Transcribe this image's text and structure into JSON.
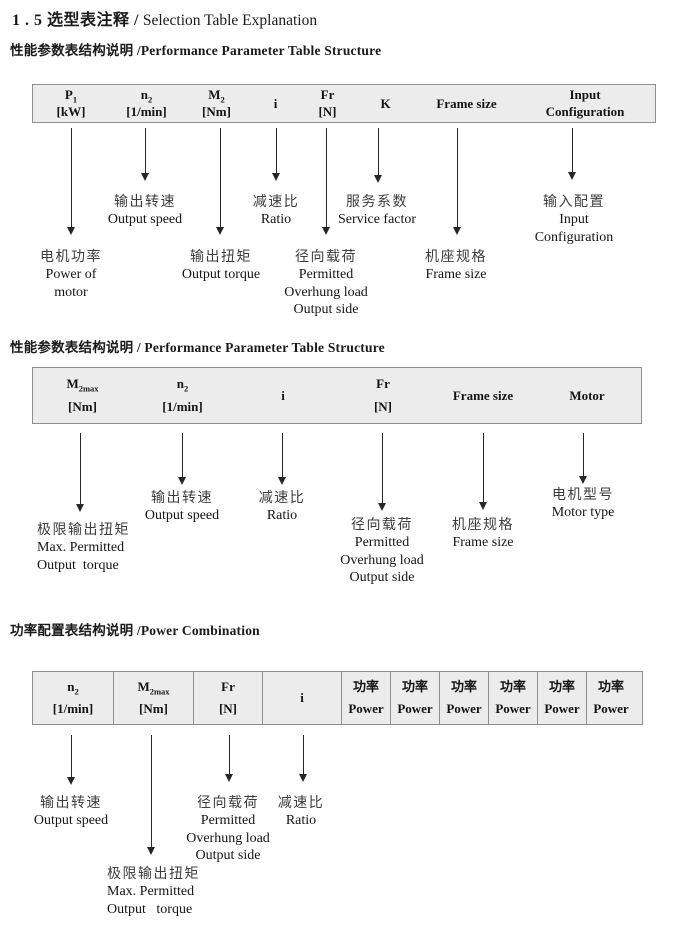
{
  "colors": {
    "table_fill": "#ececec",
    "table_border": "#8f8f8f",
    "text": "#1a1a1a"
  },
  "doc": {
    "title_zh": "1 . 5 选型表注释 /",
    "title_en": " Selection Table Explanation"
  },
  "s1": {
    "heading": "性能参数表结构说明 /Performance Parameter Table Structure",
    "cols": [
      {
        "m": "P",
        "sub": "1",
        "u": "[kW]"
      },
      {
        "m": "n",
        "sub": "2",
        "u": "[1/min]"
      },
      {
        "m": "M",
        "sub": "2",
        "u": "[Nm]"
      },
      {
        "m": "i",
        "sub": "",
        "u": ""
      },
      {
        "m": "Fr",
        "sub": "",
        "u": "[N]"
      },
      {
        "m": "K",
        "sub": "",
        "u": ""
      },
      {
        "m": "Frame size",
        "sub": "",
        "u": ""
      },
      {
        "m": "Input",
        "sub": "",
        "u": "Configuration"
      }
    ],
    "callouts": [
      {
        "zh": "电机功率",
        "en": [
          "Power of",
          "motor"
        ]
      },
      {
        "zh": "输出转速",
        "en": [
          "Output speed"
        ]
      },
      {
        "zh": "输出扭矩",
        "en": [
          "Output torque"
        ]
      },
      {
        "zh": "减速比",
        "en": [
          "Ratio"
        ]
      },
      {
        "zh": "径向载荷",
        "en": [
          "Permitted",
          "Overhung load",
          "Output side"
        ]
      },
      {
        "zh": "服务系数",
        "en": [
          "Service factor"
        ]
      },
      {
        "zh": "机座规格",
        "en": [
          "Frame size"
        ]
      },
      {
        "zh": "输入配置",
        "en": [
          "Input",
          "Configuration"
        ]
      }
    ]
  },
  "s2": {
    "heading": "性能参数表结构说明 / Performance Parameter Table Structure",
    "cols": [
      {
        "m": "M",
        "sub": "2max",
        "u": "[Nm]"
      },
      {
        "m": "n",
        "sub": "2",
        "u": "[1/min]"
      },
      {
        "m": "i",
        "sub": "",
        "u": ""
      },
      {
        "m": "Fr",
        "sub": "",
        "u": "[N]"
      },
      {
        "m": "Frame size",
        "sub": "",
        "u": ""
      },
      {
        "m": "Motor",
        "sub": "",
        "u": ""
      }
    ],
    "callouts": [
      {
        "zh": "极限输出扭矩",
        "en": [
          "Max. Permitted",
          "Output  torque"
        ]
      },
      {
        "zh": "输出转速",
        "en": [
          "Output speed"
        ]
      },
      {
        "zh": "减速比",
        "en": [
          "Ratio"
        ]
      },
      {
        "zh": "径向载荷",
        "en": [
          "Permitted",
          "Overhung load",
          "Output side"
        ]
      },
      {
        "zh": "机座规格",
        "en": [
          "Frame size"
        ]
      },
      {
        "zh": "电机型号",
        "en": [
          "Motor type"
        ]
      }
    ]
  },
  "s3": {
    "heading": "功率配置表结构说明 /Power Combination",
    "cols": [
      {
        "m": "n",
        "sub": "2",
        "u": "[1/min]"
      },
      {
        "m": "M",
        "sub": "2max",
        "u": "[Nm]"
      },
      {
        "m": "Fr",
        "sub": "",
        "u": "[N]"
      },
      {
        "m": "i",
        "sub": "",
        "u": ""
      },
      {
        "m": "功率",
        "sub": "",
        "u": "Power"
      },
      {
        "m": "功率",
        "sub": "",
        "u": "Power"
      },
      {
        "m": "功率",
        "sub": "",
        "u": "Power"
      },
      {
        "m": "功率",
        "sub": "",
        "u": "Power"
      },
      {
        "m": "功率",
        "sub": "",
        "u": "Power"
      },
      {
        "m": "功率",
        "sub": "",
        "u": "Power"
      }
    ],
    "callouts": [
      {
        "zh": "输出转速",
        "en": [
          "Output speed"
        ]
      },
      {
        "zh": "极限输出扭矩",
        "en": [
          "Max. Permitted",
          "Output   torque"
        ]
      },
      {
        "zh": "径向载荷",
        "en": [
          "Permitted",
          "Overhung load",
          "Output side"
        ]
      },
      {
        "zh": "减速比",
        "en": [
          "Ratio"
        ]
      }
    ]
  }
}
